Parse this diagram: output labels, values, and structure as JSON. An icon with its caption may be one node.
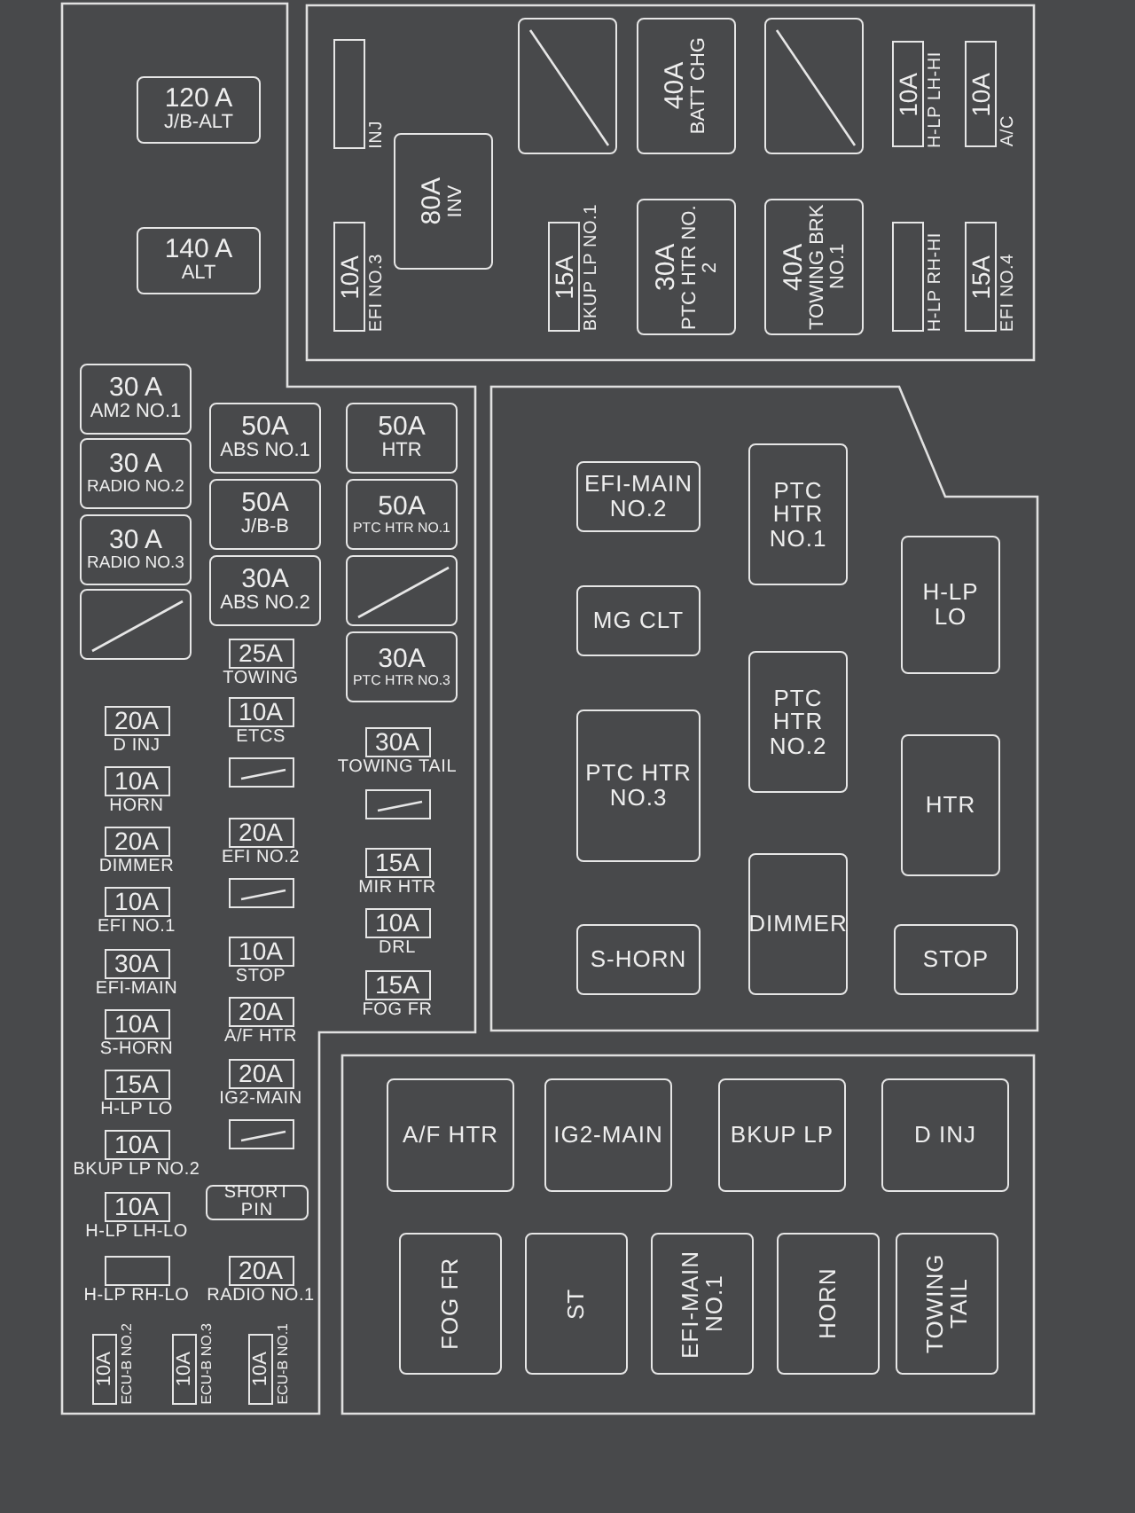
{
  "diagram": {
    "nodes": [
      {
        "text": [
          "120 A",
          "J/B-ALT"
        ]
      },
      {
        "text": [
          "140 A",
          "ALT"
        ]
      },
      {
        "text": [
          "INJ"
        ]
      },
      {
        "text": [
          "80A",
          "INV"
        ]
      },
      {
        "text": [],
        "shape": "box"
      },
      {
        "text": [
          "40A",
          "BATT CHG"
        ]
      },
      {
        "text": [],
        "shape": "box"
      },
      {
        "text": [
          "10A",
          "H-LP LH-HI"
        ]
      },
      {
        "text": [
          "10A",
          "A/C"
        ]
      },
      {
        "text": [
          "10A",
          "EFI NO.3"
        ]
      },
      {
        "text": [
          "15A",
          "BKUP LP NO.1"
        ]
      },
      {
        "text": [
          "30A",
          "PTC HTR NO. 2"
        ]
      },
      {
        "text": [
          "40A",
          "TOWING BRK NO.1"
        ]
      },
      {
        "text": [
          "H-LP RH-HI"
        ]
      },
      {
        "text": [
          "15A",
          "EFI NO.4"
        ]
      },
      {
        "text": [
          "30 A",
          "AM2 NO.1"
        ]
      },
      {
        "text": [
          "50A",
          "ABS NO.1"
        ]
      },
      {
        "text": [
          "50A",
          "HTR"
        ]
      },
      {
        "text": [
          "30 A",
          "RADIO NO.2"
        ]
      },
      {
        "text": [
          "50A",
          "J/B-B"
        ]
      },
      {
        "text": [
          "50A",
          "PTC HTR NO.1"
        ]
      },
      {
        "text": [
          "30 A",
          "RADIO NO.3"
        ]
      },
      {
        "text": [
          "30A",
          "ABS NO.2"
        ]
      },
      {
        "text": [],
        "shape": "box"
      },
      {
        "text": [],
        "shape": "box"
      },
      {
        "text": [
          "30A",
          "PTC HTR NO.3"
        ]
      },
      {
        "text": [
          "25A",
          "TOWING"
        ]
      },
      {
        "text": [
          "10A",
          "ETCS"
        ]
      },
      {
        "text": [
          "20A",
          "D INJ"
        ]
      },
      {
        "text": [
          "30A",
          "TOWING TAIL"
        ]
      },
      {
        "text": [],
        "shape": "box"
      },
      {
        "text": [
          "10A",
          "HORN"
        ]
      },
      {
        "text": [],
        "shape": "box"
      },
      {
        "text": [
          "20A",
          "EFI NO.2"
        ]
      },
      {
        "text": [
          "20A",
          "DIMMER"
        ]
      },
      {
        "text": [
          "15A",
          "MIR HTR"
        ]
      },
      {
        "text": [],
        "shape": "box"
      },
      {
        "text": [
          "10A",
          "EFI NO.1"
        ]
      },
      {
        "text": [
          "10A",
          "DRL"
        ]
      },
      {
        "text": [
          "10A",
          "STOP"
        ]
      },
      {
        "text": [
          "30A",
          "EFI-MAIN"
        ]
      },
      {
        "text": [
          "15A",
          "FOG FR"
        ]
      },
      {
        "text": [
          "20A",
          "A/F HTR"
        ]
      },
      {
        "text": [
          "10A",
          "S-HORN"
        ]
      },
      {
        "text": [
          "20A",
          "IG2-MAIN"
        ]
      },
      {
        "text": [
          "15A",
          "H-LP LO"
        ]
      },
      {
        "text": [],
        "shape": "box"
      },
      {
        "text": [
          "10A",
          "BKUP LP NO.2"
        ]
      },
      {
        "text": [
          "SHORT PIN"
        ]
      },
      {
        "text": [
          "10A",
          "H-LP LH-LO"
        ]
      },
      {
        "text": [
          "H-LP RH-LO"
        ]
      },
      {
        "text": [
          "20A",
          "RADIO NO.1"
        ]
      },
      {
        "text": [
          "10A",
          "ECU-B NO.2"
        ]
      },
      {
        "text": [
          "10A",
          "ECU-B NO.3"
        ]
      },
      {
        "text": [
          "10A",
          "ECU-B NO.1"
        ]
      },
      {
        "text": [
          "EFI-MAIN NO.2"
        ]
      },
      {
        "text": [
          "PTC HTR NO.1"
        ]
      },
      {
        "text": [
          "H-LP LO"
        ]
      },
      {
        "text": [
          "MG CLT"
        ]
      },
      {
        "text": [
          "PTC HTR NO.2"
        ]
      },
      {
        "text": [
          "PTC HTR NO.3"
        ]
      },
      {
        "text": [
          "HTR"
        ]
      },
      {
        "text": [
          "DIMMER"
        ]
      },
      {
        "text": [
          "S-HORN"
        ]
      },
      {
        "text": [
          "STOP"
        ]
      },
      {
        "text": [
          "A/F HTR"
        ]
      },
      {
        "text": [
          "IG2-MAIN"
        ]
      },
      {
        "text": [
          "BKUP LP"
        ]
      },
      {
        "text": [
          "D INJ"
        ]
      },
      {
        "text": [
          "FOG FR"
        ]
      },
      {
        "text": [
          "ST"
        ]
      },
      {
        "text": [
          "EFI-MAIN NO.1"
        ]
      },
      {
        "text": [
          "HORN"
        ]
      },
      {
        "text": [
          "TOWING TAIL"
        ]
      }
    ]
  }
}
